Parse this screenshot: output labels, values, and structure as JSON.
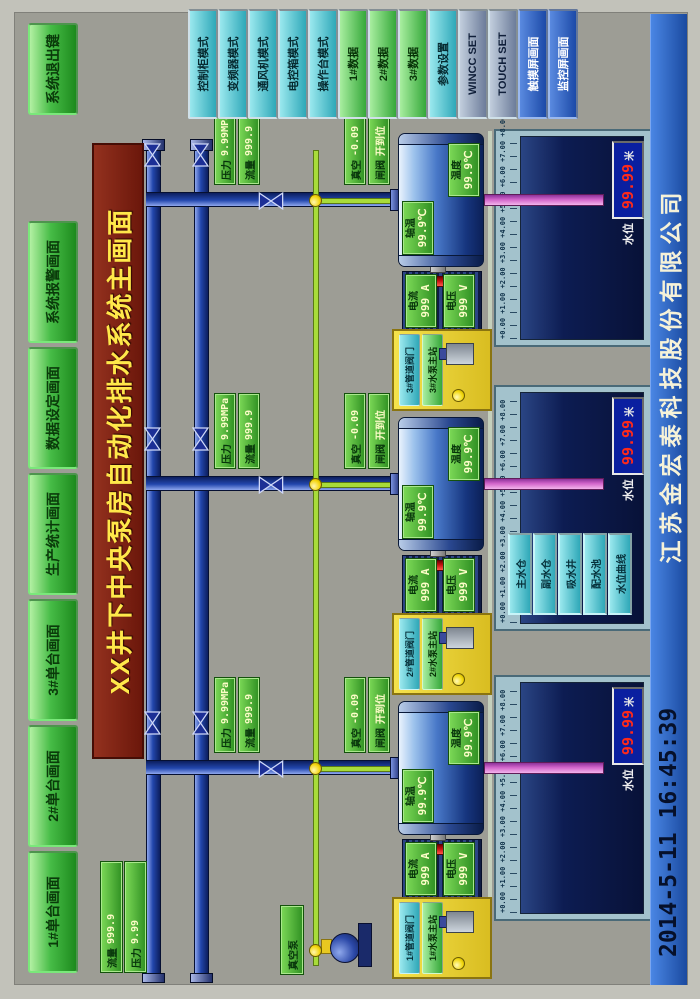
{
  "menu": {
    "items": [
      "1#单台画面",
      "2#单台画面",
      "3#单台画面",
      "生产统计画面",
      "数据设定画面",
      "系统报警画面"
    ],
    "exit_label": "系统退出键"
  },
  "title": "XX井下中央泵房自动化排水系统主画面",
  "side_buttons": [
    "控制柜模式",
    "变频器模式",
    "通风机模式",
    "电控箱模式",
    "操作台模式",
    "1#数据",
    "2#数据",
    "3#数据",
    "参数设置",
    "WINCC SET",
    "TOUCH SET",
    "触摸屏画面",
    "监控屏画面"
  ],
  "totals": {
    "flow_label": "流量",
    "flow_value": "999.9",
    "pressure_label": "压力",
    "pressure_value": "9.99"
  },
  "vacuum_pump_label": "真空泵",
  "shared": {
    "pressure_label": "压力",
    "pressure": "9.99MPa",
    "flow_label": "流量",
    "flow": "999.9",
    "vacuum_label": "真空",
    "vacuum": "-0.09",
    "gate_label": "闸阀",
    "gate": "开到位",
    "current_label": "电流",
    "current": "999 A",
    "voltage_label": "电压",
    "voltage": "999 V",
    "shaft_temp_label": "轴温",
    "shaft_temp": "99.9℃",
    "temp_label": "温度",
    "temp": "99.9℃",
    "level_label": "水位",
    "level": "99.99",
    "level_unit": "米",
    "scale_text": "+0.00 +1.00 +2.00 +3.00 +4.00 +5.00 +6.00 +7.00 +8.00"
  },
  "units": [
    {
      "valve_button": "1#管道阀门",
      "station_button": "1#水泵主站"
    },
    {
      "valve_button": "2#管道阀门",
      "station_button": "2#水泵主站"
    },
    {
      "valve_button": "3#管道阀门",
      "station_button": "3#水泵主站"
    }
  ],
  "sump_buttons": [
    "主水仓",
    "副水仓",
    "吸水井",
    "配水池",
    "水位曲线"
  ],
  "footer": {
    "datetime": "2014-5-11 16:45:39",
    "company": "江苏金宏泰科技股份有限公司"
  },
  "colors": {
    "accent_green": "#2f9022",
    "pipe_blue": "#2246ac",
    "alarm_red": "#c00e0e",
    "title_maroon": "#6b170b",
    "title_text": "#ffe84a",
    "bar_blue": "#1a4aa0",
    "water_navy": "#0d1c52"
  }
}
